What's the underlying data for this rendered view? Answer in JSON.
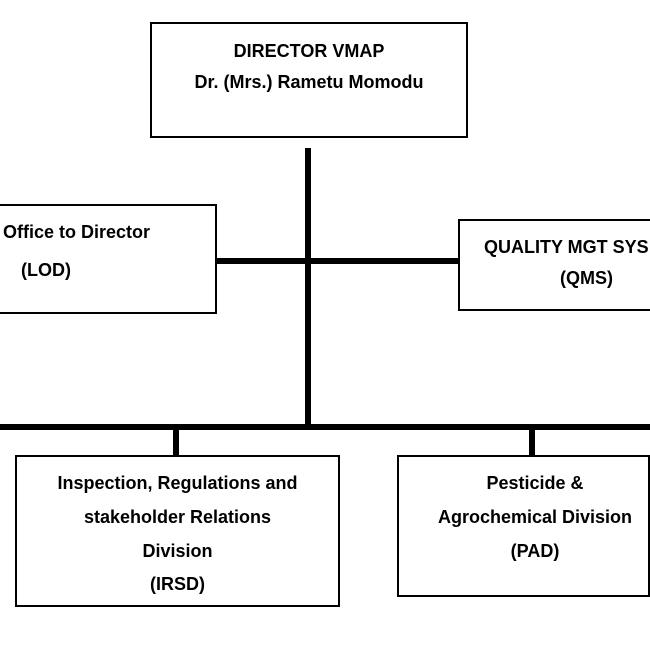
{
  "director": {
    "title": "DIRECTOR VMAP",
    "name": "Dr. (Mrs.) Rametu Momodu"
  },
  "lod": {
    "line1": "Office to Director",
    "abbr": "(LOD)"
  },
  "qms": {
    "line1": "QUALITY MGT SYS",
    "abbr": "(QMS)"
  },
  "irsd": {
    "lines": [
      "Inspection, Regulations and",
      "stakeholder Relations",
      "Division",
      "(IRSD)"
    ]
  },
  "pad": {
    "lines": [
      "Pesticide &",
      "Agrochemical Division",
      "(PAD)"
    ]
  }
}
